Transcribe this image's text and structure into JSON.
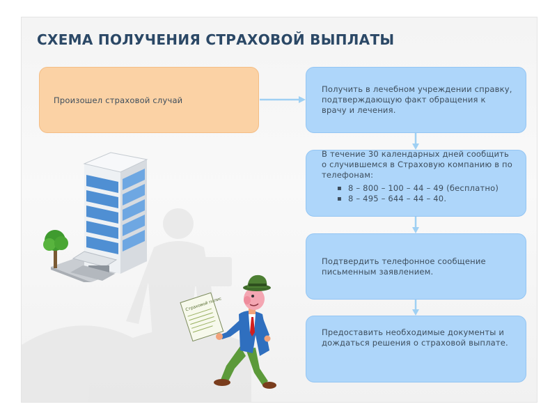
{
  "title": "СХЕМА ПОЛУЧЕНИЯ СТРАХОВОЙ ВЫПЛАТЫ",
  "event_box": {
    "text": "Произошел страховой случай"
  },
  "steps": [
    {
      "text": "Получить в лечебном учреждении справку, подтверждающую факт обращения к врачу и лечения."
    },
    {
      "text": "В течение 30 календарных дней сообщить о случившемся в Страховую компанию в по телефонам:",
      "phones": [
        "8 – 800 – 100 – 44 – 49 (бесплатно)",
        "8 – 495 – 644 – 44 – 40."
      ]
    },
    {
      "text": "Подтвердить телефонное сообщение письменным заявлением."
    },
    {
      "text": "Предоставить необходимые документы и дождаться решения о страховой выплате."
    }
  ],
  "illustration": {
    "paper_text": "Страховой полис"
  },
  "colors": {
    "title": "#2b4866",
    "orange_box": "#fbd2a5",
    "blue_box": "#aed6fa",
    "arrow": "#9fd0f3"
  }
}
